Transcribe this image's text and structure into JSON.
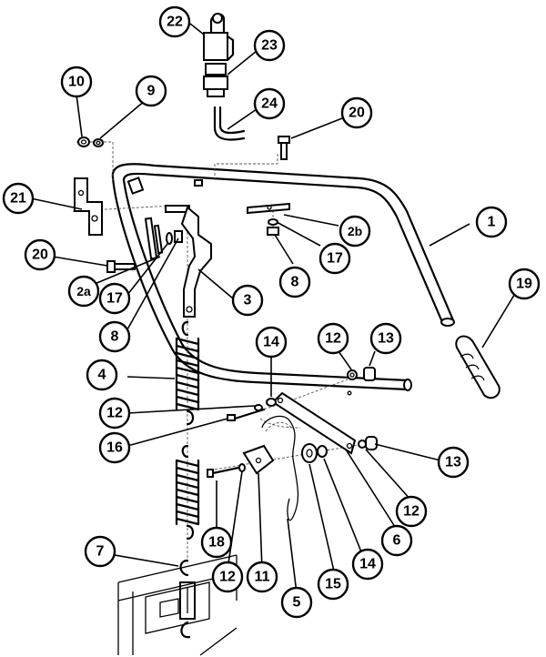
{
  "callouts": [
    {
      "id": "c-1",
      "label": "1",
      "part": "handle-frame"
    },
    {
      "id": "c-2a",
      "label": "2a",
      "part": "left-pivot-bracket"
    },
    {
      "id": "c-2b",
      "label": "2b",
      "part": "right-pivot-plate"
    },
    {
      "id": "c-3",
      "label": "3",
      "part": "control-lever"
    },
    {
      "id": "c-4",
      "label": "4",
      "part": "upper-spring"
    },
    {
      "id": "c-5",
      "label": "5",
      "part": "cable"
    },
    {
      "id": "c-6",
      "label": "6",
      "part": "link-arm"
    },
    {
      "id": "c-7",
      "label": "7",
      "part": "turnbuckle"
    },
    {
      "id": "c-8a",
      "label": "8",
      "part": "nut-left"
    },
    {
      "id": "c-8b",
      "label": "8",
      "part": "nut-right"
    },
    {
      "id": "c-9",
      "label": "9",
      "part": "washer-top"
    },
    {
      "id": "c-10",
      "label": "10",
      "part": "nut-top"
    },
    {
      "id": "c-11",
      "label": "11",
      "part": "cable-bracket"
    },
    {
      "id": "c-12a",
      "label": "12",
      "part": "washer-upper-right"
    },
    {
      "id": "c-12b",
      "label": "12",
      "part": "washer-center"
    },
    {
      "id": "c-12c",
      "label": "12",
      "part": "washer-lower-right"
    },
    {
      "id": "c-12d",
      "label": "12",
      "part": "washer-lower-left"
    },
    {
      "id": "c-13a",
      "label": "13",
      "part": "cap-nut-upper"
    },
    {
      "id": "c-13b",
      "label": "13",
      "part": "cap-nut-lower"
    },
    {
      "id": "c-14a",
      "label": "14",
      "part": "spacer-upper"
    },
    {
      "id": "c-14b",
      "label": "14",
      "part": "spacer-lower"
    },
    {
      "id": "c-15",
      "label": "15",
      "part": "roller"
    },
    {
      "id": "c-16",
      "label": "16",
      "part": "bolt-middle"
    },
    {
      "id": "c-17a",
      "label": "17",
      "part": "washer-left"
    },
    {
      "id": "c-17b",
      "label": "17",
      "part": "washer-right"
    },
    {
      "id": "c-18",
      "label": "18",
      "part": "bolt-lower"
    },
    {
      "id": "c-19",
      "label": "19",
      "part": "hand-grip"
    },
    {
      "id": "c-20a",
      "label": "20",
      "part": "bolt-top-right"
    },
    {
      "id": "c-20b",
      "label": "20",
      "part": "bolt-left"
    },
    {
      "id": "c-21",
      "label": "21",
      "part": "mounting-bracket"
    },
    {
      "id": "c-22",
      "label": "22",
      "part": "switch"
    },
    {
      "id": "c-23",
      "label": "23",
      "part": "strain-relief"
    },
    {
      "id": "c-24",
      "label": "24",
      "part": "wire-harness"
    }
  ]
}
